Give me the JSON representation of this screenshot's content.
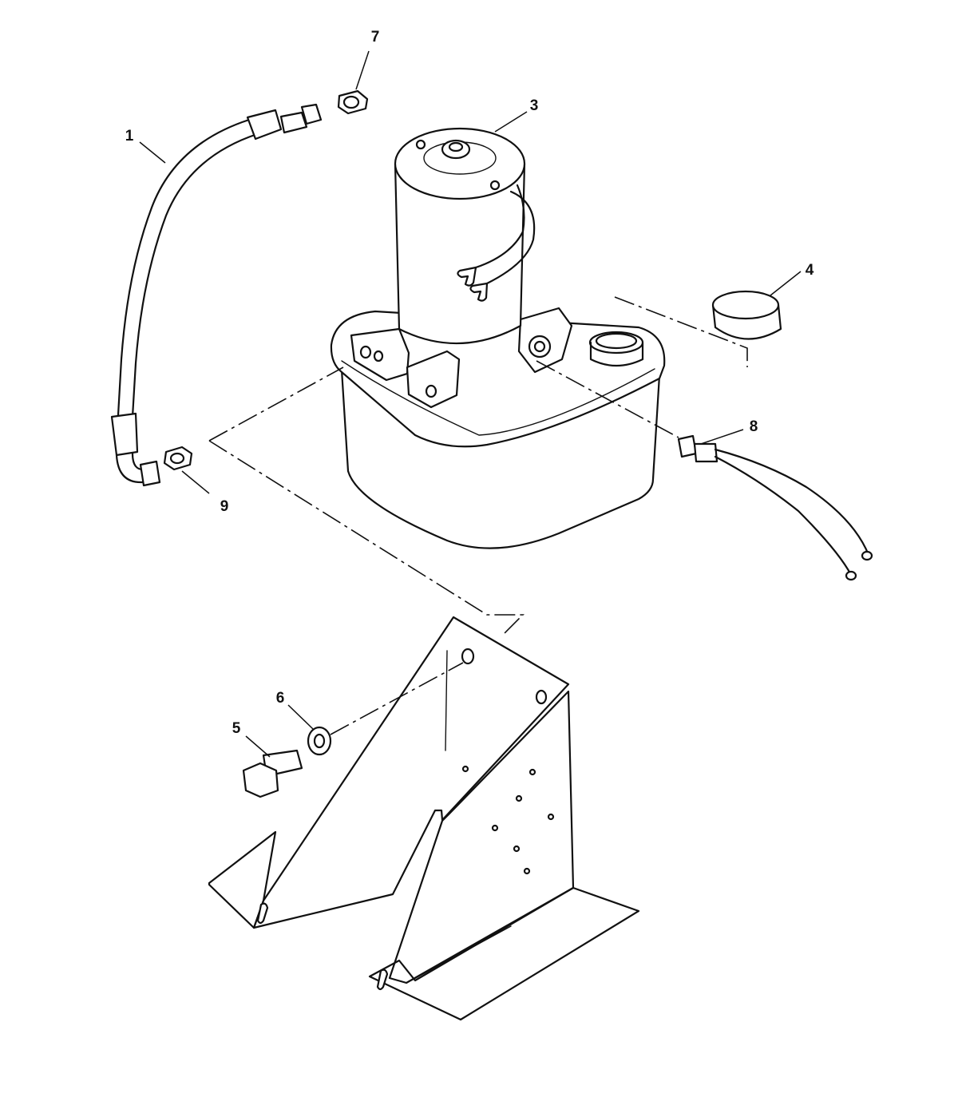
{
  "diagram": {
    "callouts": [
      {
        "id": "1",
        "label": "1"
      },
      {
        "id": "3",
        "label": "3"
      },
      {
        "id": "4",
        "label": "4"
      },
      {
        "id": "5",
        "label": "5"
      },
      {
        "id": "6",
        "label": "6"
      },
      {
        "id": "7",
        "label": "7"
      },
      {
        "id": "8",
        "label": "8"
      },
      {
        "id": "9",
        "label": "9"
      }
    ],
    "colors": {
      "ink": "#111111",
      "stipple": "#bdbdbd",
      "background": "#ffffff"
    }
  }
}
